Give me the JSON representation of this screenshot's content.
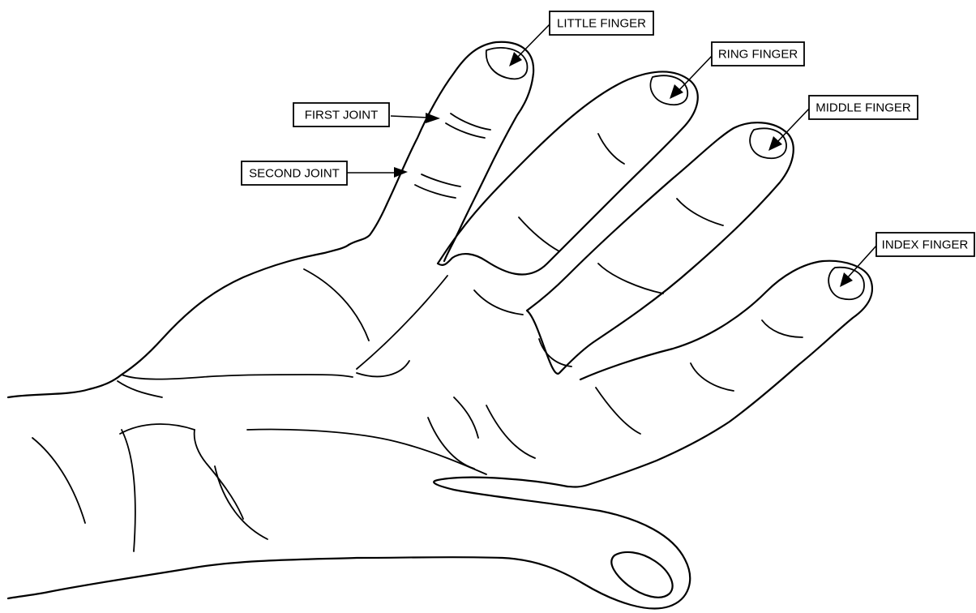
{
  "labels": {
    "little_finger": "LITTLE FINGER",
    "ring_finger": "RING FINGER",
    "middle_finger": "MIDDLE FINGER",
    "index_finger": "INDEX FINGER",
    "first_joint": "FIRST JOINT",
    "second_joint": "SECOND JOINT"
  },
  "colors": {
    "line": "#000000",
    "background": "#ffffff"
  }
}
